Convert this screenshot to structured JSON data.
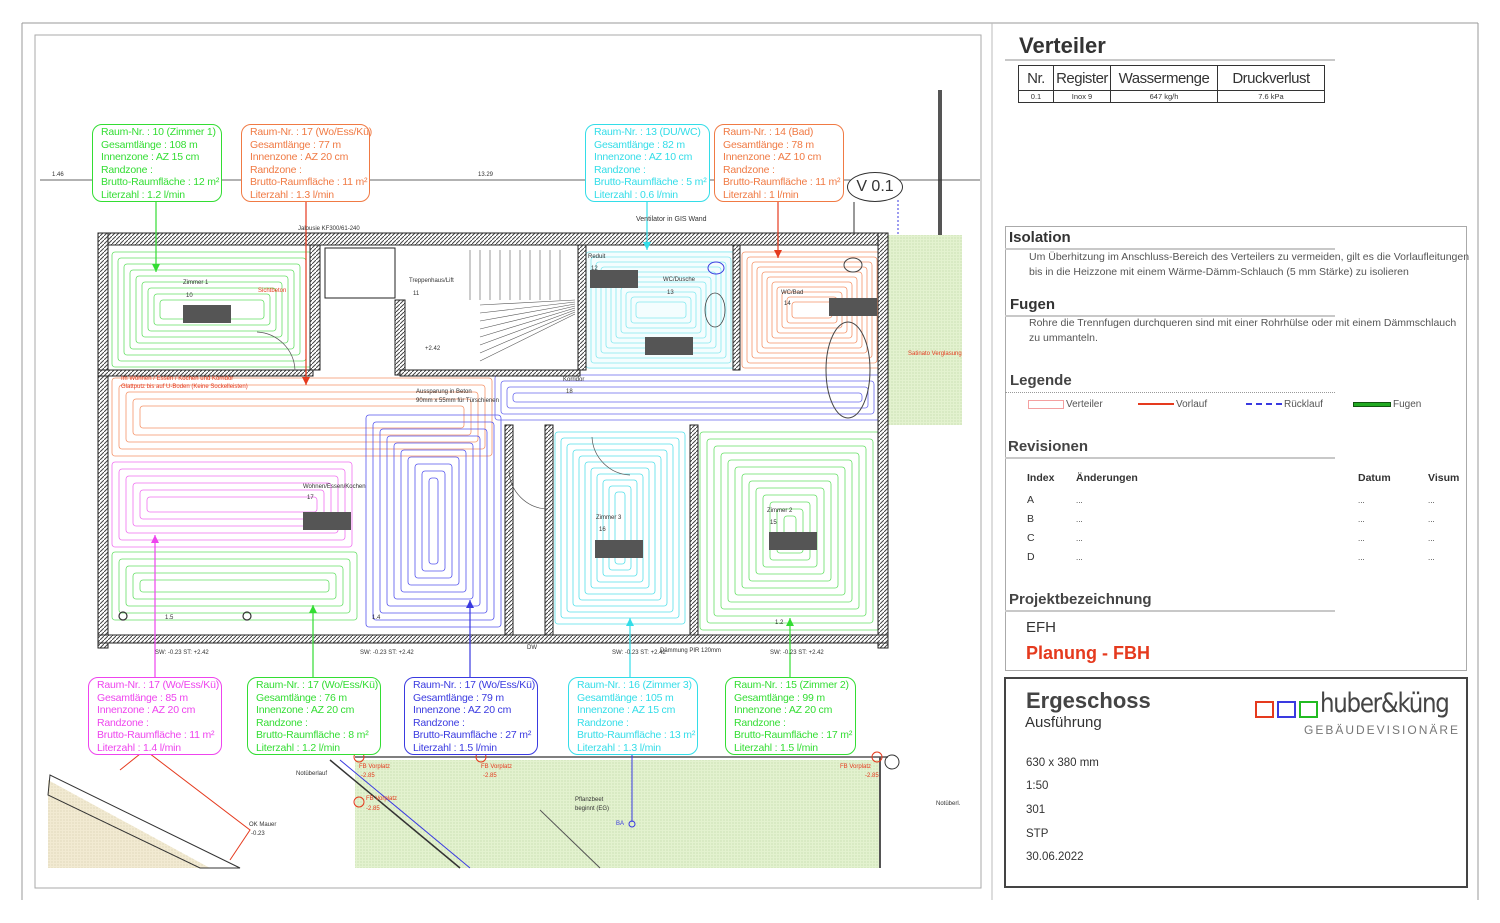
{
  "plan": {
    "top_callouts": [
      {
        "color": "#33dd33",
        "lines": [
          "Raum-Nr. : 10 (Zimmer 1)",
          "Gesamtlänge : 108 m",
          "Innenzone : AZ 15 cm",
          "Randzone :",
          "Brutto-Raumfläche : 12 m²",
          "Literzahl : 1.2 l/min"
        ]
      },
      {
        "color": "#f07a44",
        "lines": [
          "Raum-Nr. : 17 (Wo/Ess/Kü)",
          "Gesamtlänge : 77 m",
          "Innenzone : AZ 20 cm",
          "Randzone :",
          "Brutto-Raumfläche : 11 m²",
          "Literzahl : 1.3 l/min"
        ]
      },
      {
        "color": "#33dde8",
        "lines": [
          "Raum-Nr. : 13 (DU/WC)",
          "Gesamtlänge : 82 m",
          "Innenzone : AZ 10 cm",
          "Randzone :",
          "Brutto-Raumfläche : 5 m²",
          "Literzahl : 0.6 l/min"
        ]
      },
      {
        "color": "#f07a44",
        "lines": [
          "Raum-Nr. : 14 (Bad)",
          "Gesamtlänge : 78 m",
          "Innenzone : AZ 10 cm",
          "Randzone :",
          "Brutto-Raumfläche : 11 m²",
          "Literzahl : 1 l/min"
        ]
      }
    ],
    "bottom_callouts": [
      {
        "color": "#ee44ee",
        "lines": [
          "Raum-Nr. : 17 (Wo/Ess/Kü)",
          "Gesamtlänge : 85 m",
          "Innenzone : AZ 20 cm",
          "Randzone :",
          "Brutto-Raumfläche : 11 m²",
          "Literzahl : 1.4 l/min"
        ]
      },
      {
        "color": "#33dd33",
        "lines": [
          "Raum-Nr. : 17 (Wo/Ess/Kü)",
          "Gesamtlänge : 76 m",
          "Innenzone : AZ 20 cm",
          "Randzone :",
          "Brutto-Raumfläche : 8 m²",
          "Literzahl : 1.2 l/min"
        ]
      },
      {
        "color": "#3a3ae0",
        "lines": [
          "Raum-Nr. : 17 (Wo/Ess/Kü)",
          "Gesamtlänge : 79 m",
          "Innenzone : AZ 20 cm",
          "Randzone :",
          "Brutto-Raumfläche : 27 m²",
          "Literzahl : 1.5 l/min"
        ]
      },
      {
        "color": "#33dde8",
        "lines": [
          "Raum-Nr. : 16 (Zimmer 3)",
          "Gesamtlänge : 105 m",
          "Innenzone : AZ 15 cm",
          "Randzone :",
          "Brutto-Raumfläche : 13 m²",
          "Literzahl : 1.3 l/min"
        ]
      },
      {
        "color": "#33dd33",
        "lines": [
          "Raum-Nr. : 15 (Zimmer 2)",
          "Gesamtlänge : 99 m",
          "Innenzone : AZ 20 cm",
          "Randzone :",
          "Brutto-Raumfläche : 17 m²",
          "Literzahl : 1.5 l/min"
        ]
      }
    ],
    "distributor_label": "V 0.1",
    "rooms": {
      "zimmer1": "Zimmer 1",
      "zimmer1_nr": "10",
      "treppenhaus": "Treppenhaus/Lift",
      "treppenhaus_nr": "11",
      "reduit": "Reduit",
      "reduit_nr": "12",
      "wc_dusche": "WC/Dusche",
      "wc_dusche_nr": "13",
      "wc_bad": "WC/Bad",
      "wc_bad_nr": "14",
      "wohnen": "Wohnen/Essen/Kochen",
      "wohnen_nr": "17",
      "korridor": "Korridor",
      "korridor_nr": "18",
      "zimmer3": "Zimmer 3",
      "zimmer3_nr": "16",
      "zimmer2": "Zimmer 2",
      "zimmer2_nr": "15"
    },
    "annotations": {
      "ventilator": "Ventilator in GIS Wand",
      "jalousie": "Jalousie KF300/61-240",
      "sichtbeton": "Sichtbeton",
      "stahlputz_1": "Im Wohnen / Essen / Kochen und Korridor",
      "stahlputz_2": "Glattputz bis auf U-Boden (Keine Sockelleisten)",
      "aussparung_1": "Aussparung in Beton",
      "aussparung_2": "90mm x 55mm für Türschienen",
      "lift_level": "+2.42",
      "satinato": "Satinato Verglasung",
      "daemmung": "Dämmung PIR 120mm",
      "notueberlauf": "Notüberlauf",
      "notueberlauf2": "Notüberl.",
      "pflanzbeet_1": "Pflanzbeet",
      "pflanzbeet_2": "beginnt (EG)",
      "fb_vorplatz": "FB Vorplatz",
      "fb_level": "-2.85",
      "ok_mauer": "OK Mauer",
      "ok_level": "-0.23",
      "ba": "BA",
      "dw": "DW",
      "sw_st": "SW: -0.23  ST: +2.42",
      "dim_146": "1.46",
      "dim_1329": "13.29",
      "dim_15": "1.5",
      "dim_14": "1.4",
      "dim_12": "1.2"
    }
  },
  "verteiler": {
    "title": "Verteiler",
    "columns": [
      "Nr.",
      "Register",
      "Wassermenge",
      "Druckverlust"
    ],
    "row": [
      "0.1",
      "Inox 9",
      "647 kg/h",
      "7.6 kPa"
    ]
  },
  "isolation": {
    "title": "Isolation",
    "text_1": "Um Überhitzung im Anschluss-Bereich des Verteilers zu vermeiden, gilt es die Vorlaufleitungen",
    "text_2": "bis in die Heizzone mit einem Wärme-Dämm-Schlauch (5 mm Stärke) zu isolieren"
  },
  "fugen": {
    "title": "Fugen",
    "text_1": "Rohre die Trennfugen durchqueren sind mit einer Rohrhülse oder mit einem Dämmschlauch",
    "text_2": "zu ummanteln."
  },
  "legende": {
    "title": "Legende",
    "items": [
      {
        "label": "Verteiler",
        "color": "#f4a0a0"
      },
      {
        "label": "Vorlauf",
        "color": "#e53a1e"
      },
      {
        "label": "Rücklauf",
        "color": "#3a3ae0"
      },
      {
        "label": "Fugen",
        "color": "#22aa22"
      }
    ]
  },
  "revisionen": {
    "title": "Revisionen",
    "headers": [
      "Index",
      "Änderungen",
      "Datum",
      "Visum"
    ],
    "rows": [
      [
        "A",
        "...",
        "...",
        "..."
      ],
      [
        "B",
        "...",
        "...",
        "..."
      ],
      [
        "C",
        "...",
        "...",
        "..."
      ],
      [
        "D",
        "...",
        "...",
        "..."
      ]
    ]
  },
  "projekt": {
    "title": "Projektbezeichnung",
    "name": "EFH",
    "subtitle": "Planung - FBH",
    "subtitle_color": "#e53a1e"
  },
  "titleblock": {
    "title": "Ergeschoss",
    "subtitle": "Ausführung",
    "format": "630 x 380 mm",
    "scale": "1:50",
    "plan_nr": "301",
    "author": "STP",
    "date": "30.06.2022",
    "logo_text": "huber&küng",
    "logo_tagline": "GEBÄUDEVISIONÄRE"
  }
}
